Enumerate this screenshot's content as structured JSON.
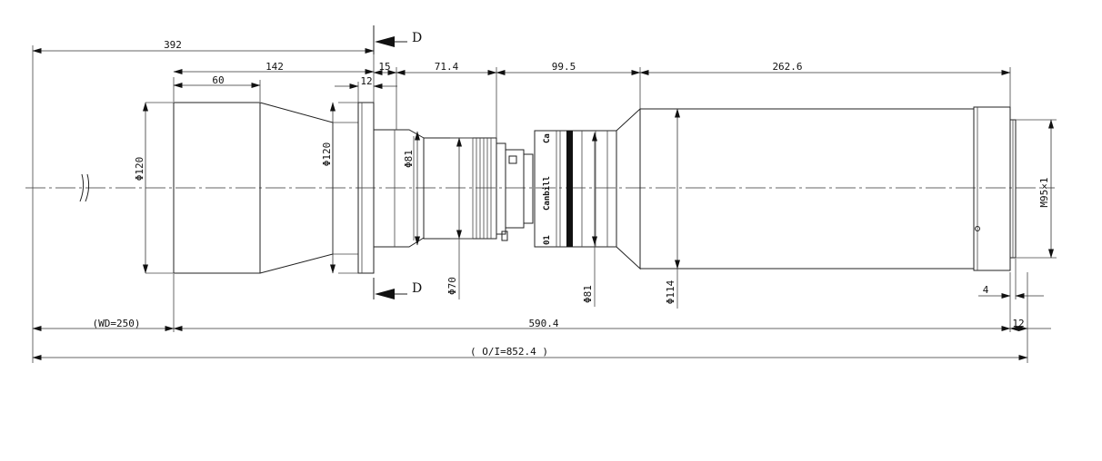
{
  "dimensions": {
    "total_front": "392",
    "front_to_flange": "142",
    "front_barrel": "60",
    "flange_offset": "12",
    "flange_gap": "15",
    "mid_section": "71.4",
    "iris_section": "99.5",
    "rear_barrel": "262.6",
    "wd": "(WD=250)",
    "lens_length": "590.4",
    "rear_flange": "12",
    "total_oi": "( O/I=852.4 )",
    "thread_step": "4"
  },
  "diameters": {
    "front_lens": "Φ120",
    "cone_end": "Φ120",
    "flange_inner": "Φ81",
    "mid_barrel": "Φ70",
    "iris_barrel": "Φ81",
    "rear_barrel": "Φ114",
    "mount_thread": "M95×1"
  },
  "section": {
    "top_label": "D",
    "bottom_label": "D"
  },
  "brand": {
    "text": "Canbill",
    "partial": "Ca",
    "number": "01"
  },
  "colors": {
    "line": "#222222",
    "background": "#ffffff"
  }
}
